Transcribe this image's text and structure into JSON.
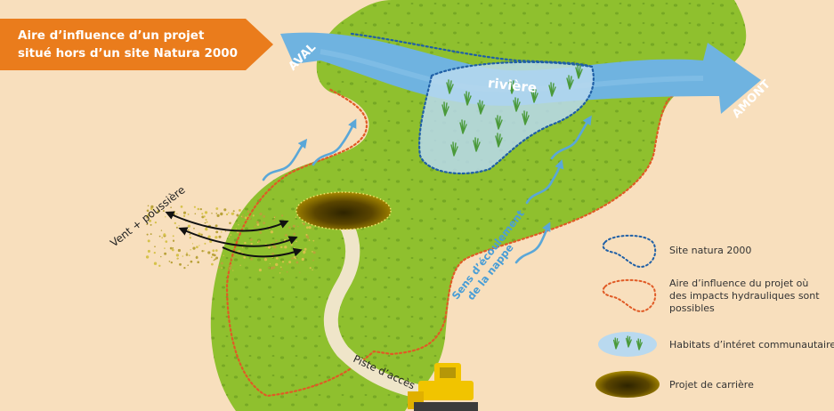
{
  "title": {
    "line1": "Aire d’influence d’un projet",
    "line2": "situé hors d’un site Natura 2000"
  },
  "labels": {
    "aval": "AVAL",
    "amont": "AMONT",
    "riviere": "rivière",
    "vent": "Vent + poussière",
    "nappe_line1": "Sens d’écoulement",
    "nappe_line2": "de la nappe",
    "piste": "Piste d’accès"
  },
  "legend": {
    "natura": "Site natura 2000",
    "influence_line1": "Aire d’influence du projet où",
    "influence_line2": "des impacts hydrauliques sont",
    "influence_line3": "possibles",
    "habitats": "Habitats d’intéret communautaire",
    "carriere": "Projet de carrière"
  },
  "colors": {
    "background": "#f8dfbd",
    "field": "#8fc02e",
    "river": "#6fb3e0",
    "title_banner": "#ea7c1c",
    "natura_border": "#1f5fa6",
    "influence_border": "#e05a25",
    "habitat": "#b9d9ef",
    "quarry": "#6b5200",
    "dust": "#b9a23a"
  }
}
